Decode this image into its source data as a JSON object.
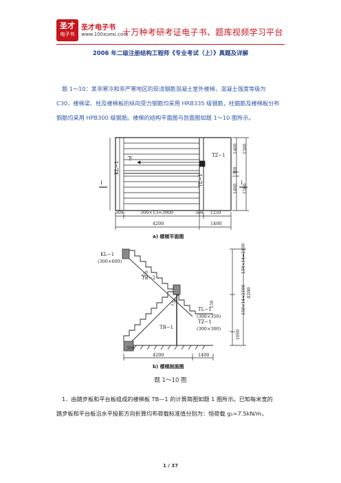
{
  "header": {
    "logo_line1": "圣才",
    "logo_line2": "电子书",
    "brand": "圣才电子书",
    "site": "www.100xuexi.com",
    "slogan": "十万种考研考证电子书、题库视频学习平台"
  },
  "title": "2006 年二级注册结构工程师《专业考试（上）》真题及详解",
  "intro": {
    "line1": "题 1～10：某非寒冷和非严寒地区的现浇钢筋混凝土室外楼梯，混凝土强度等级为",
    "line2": "C30，楼梯梁、柱及楼梯板的纵向受力钢筋均采用 HRB335 级钢筋，柱箍筋及楼梯板分布",
    "line3": "钢筋均采用 HPB300 级钢筋。楼梯的结构平面图与剖面图如题 1～10 图所示。"
  },
  "plan": {
    "caption": "a) 楼梯平面图",
    "down": "下",
    "kl": "KL−1",
    "tl": "TL−1",
    "tz": "TZ−1",
    "section_mark": "I",
    "dim_300a": "300",
    "dim_steps": "300×13=3900",
    "dim_300b": "300",
    "dim_1250": "1250",
    "dim_4200": "4200",
    "dim_1400": "1400",
    "dim_r1500a": "1500",
    "dim_r1400": "1400",
    "dim_r300": "300",
    "dim_r1500b": "1500",
    "dim_r1400b": "1400"
  },
  "section": {
    "caption": "b) 楼梯剖面图",
    "kl": "KL−1",
    "kl_size": "(300×600)",
    "tb2": "TB−2",
    "tb1": "TB−1",
    "tl": "TL−1",
    "tl_size": "(300×350)",
    "tz": "TZ−1",
    "tz_size": "(300×300)",
    "d150a": "150",
    "d150b": "150",
    "d150c": "150",
    "d300": "300",
    "d4200": "4200",
    "d1400": "1400",
    "v_upper": "150×14=2100",
    "v_lower": "150×14=2100",
    "v_total": "4200",
    "v_1000": "1000"
  },
  "figure_title": "题 1～10 图",
  "question1": {
    "line1": "1．由踏步板和平台板组成的楼梯板 TB—1 的计算简图如题 1 图所示。已知每米宽的",
    "line2": "踏步板和平台板沿水平投影方向折算均布荷载标准值分别为：恒荷载 g₁=7.5kN/m，"
  },
  "page_number": "1 / 37"
}
